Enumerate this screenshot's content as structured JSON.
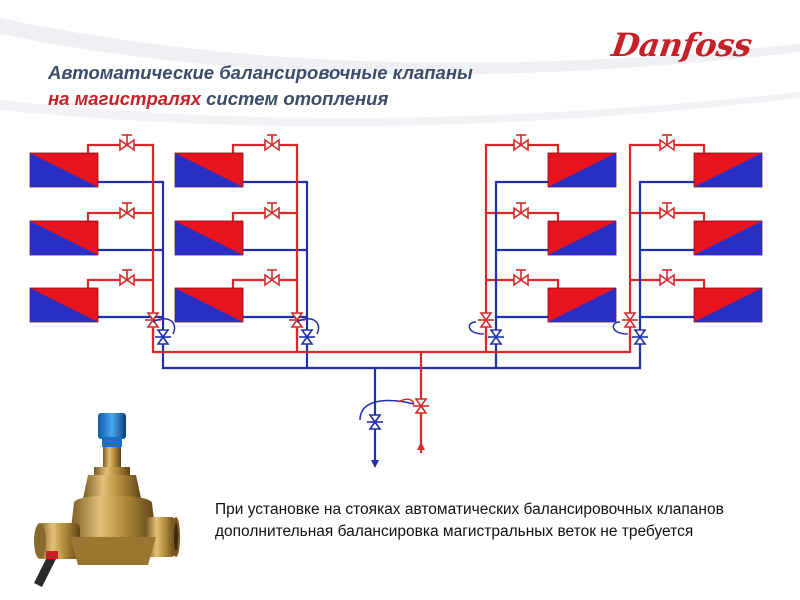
{
  "title": {
    "line1": "Автоматические балансировочные клапаны",
    "line2_accent": "на магистралях",
    "line2_rest": " систем отопления"
  },
  "logo": {
    "text": "Danfoss"
  },
  "note": {
    "text": "При установке на стояках автоматических балансировочных клапанов дополнительная балансировка магистральных веток не требуется"
  },
  "colors": {
    "supply": "#d42a2a",
    "return": "#1f2fb0",
    "radiator_red": "#e8141e",
    "radiator_blue": "#2a2fc4",
    "title": "#3c4d6a",
    "accent": "#c62127"
  },
  "icons": {
    "radiator": "radiator-icon",
    "thermostatic_valve": "thermostatic-valve-icon",
    "balancing_valve": "balancing-valve-icon",
    "pressure_regulator": "pressure-regulator-icon",
    "flow_arrow": "flow-arrow-icon"
  }
}
